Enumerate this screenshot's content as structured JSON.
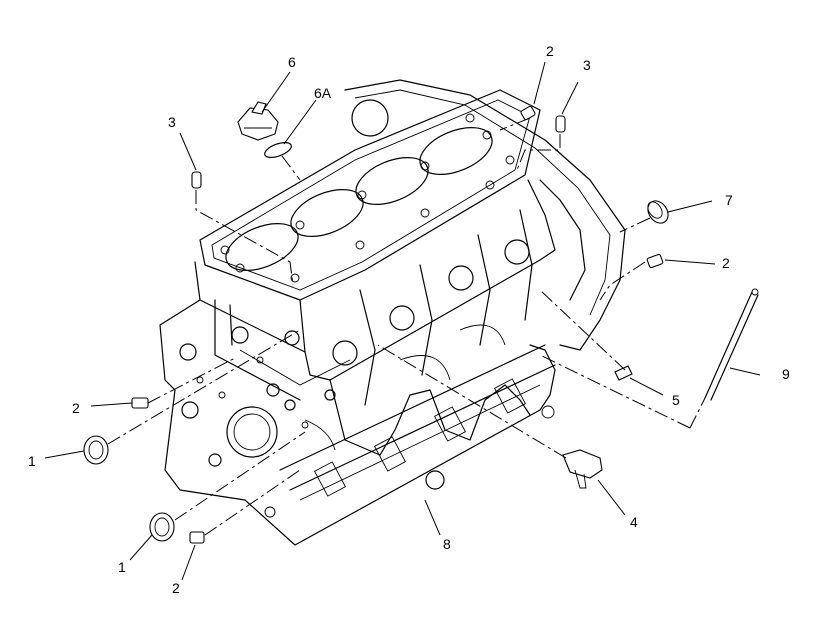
{
  "callouts": {
    "c1a": "1",
    "c1b": "1",
    "c2a": "2",
    "c2b": "2",
    "c2c": "2",
    "c2d": "2",
    "c3a": "3",
    "c3b": "3",
    "c4": "4",
    "c5": "5",
    "c6": "6",
    "c6a": "6A",
    "c7": "7",
    "c8": "8",
    "c9": "9"
  }
}
